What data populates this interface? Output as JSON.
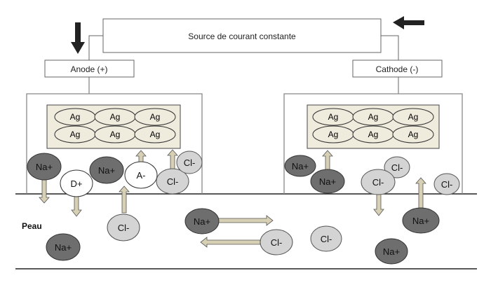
{
  "source_label": "Source de courant constante",
  "anode_label": "Anode (+)",
  "cathode_label": "Cathode (-)",
  "skin_label": "Peau",
  "electrode_ag": {
    "left": [
      "Ag",
      "Ag",
      "Ag",
      "Ag",
      "Ag",
      "Ag"
    ],
    "right": [
      "Ag",
      "Ag",
      "Ag",
      "Ag",
      "Ag",
      "Ag"
    ]
  },
  "ions": {
    "na_a": "Na+",
    "na_b": "Na+",
    "d_plus": "D+",
    "a_minus": "A-",
    "cl_a": "Cl-",
    "cl_b": "Cl-",
    "cl_skin_left": "Cl-",
    "na_skin_left": "Na+",
    "na_skin_mid": "Na+",
    "cl_skin_mid": "Cl-",
    "cl_skin_center": "Cl-",
    "na_skin_lower": "Na+",
    "na_right_a": "Na+",
    "na_right_b": "Na+",
    "cl_right_a": "Cl-",
    "cl_right_b": "Cl-",
    "cl_right_c": "Cl-",
    "na_right_skin": "Na+"
  },
  "colors": {
    "electrode_fill": "#efebdd",
    "ion_dark": "#6e6e6e",
    "ion_light": "#d4d4d4",
    "arrow_fill": "#d7d0b4"
  }
}
